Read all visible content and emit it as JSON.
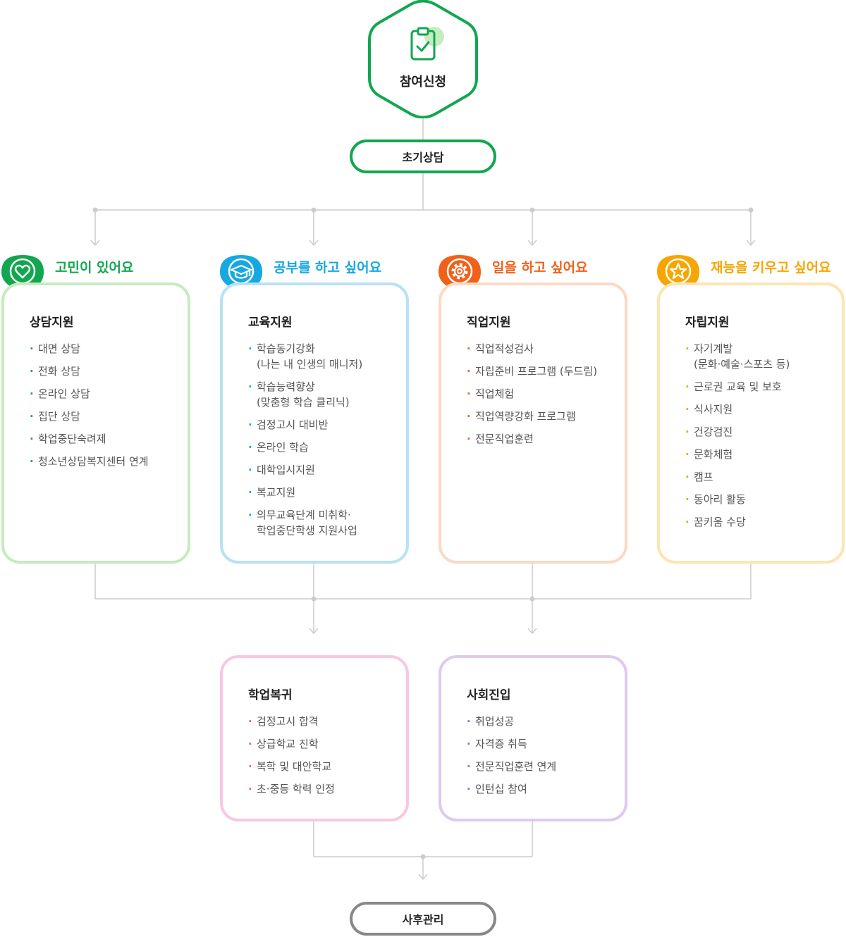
{
  "start": {
    "label": "참여신청",
    "icon": "clipboard-check-icon"
  },
  "initial": {
    "label": "초기상담"
  },
  "categories": [
    {
      "title": "고민이 있어요",
      "icon": "heart-icon",
      "color": "#12a650",
      "card": {
        "heading": "상담지원",
        "items": [
          [
            "대면 상담"
          ],
          [
            "전화 상담"
          ],
          [
            "온라인 상담"
          ],
          [
            "집단 상담"
          ],
          [
            "학업중단숙려제"
          ],
          [
            "청소년상담복지센터 연계"
          ]
        ]
      }
    },
    {
      "title": "공부를 하고 싶어요",
      "icon": "graduation-cap-icon",
      "color": "#16a8e0",
      "card": {
        "heading": "교육지원",
        "items": [
          [
            "학습동기강화",
            "(나는 내 인생의 매니저)"
          ],
          [
            "학습능력향상",
            "(맞춤형 학습 클리닉)"
          ],
          [
            "검정고시 대비반"
          ],
          [
            "온라인 학습"
          ],
          [
            "대학입시지원"
          ],
          [
            "복교지원"
          ],
          [
            "의무교육단계 미취학·",
            "학업중단학생 지원사업"
          ]
        ]
      }
    },
    {
      "title": "일을 하고 싶어요",
      "icon": "gear-icon",
      "color": "#f0611a",
      "card": {
        "heading": "직업지원",
        "items": [
          [
            "직업적성검사"
          ],
          [
            "자립준비 프로그램 (두드림)"
          ],
          [
            "직업체험"
          ],
          [
            "직업역량강화 프로그램"
          ],
          [
            "전문직업훈련"
          ]
        ]
      }
    },
    {
      "title": "재능을 키우고 싶어요",
      "icon": "star-icon",
      "color": "#f7a500",
      "card": {
        "heading": "자립지원",
        "items": [
          [
            "자기계발",
            "(문화·예술·스포츠 등)"
          ],
          [
            "근로권 교육 및 보호"
          ],
          [
            "식사지원"
          ],
          [
            "건강검진"
          ],
          [
            "문화체험"
          ],
          [
            "캠프"
          ],
          [
            "동아리 활동"
          ],
          [
            "꿈키움 수당"
          ]
        ]
      }
    }
  ],
  "outcomes": [
    {
      "heading": "학업복귀",
      "items": [
        [
          "검정고시 합격"
        ],
        [
          "상급학교 진학"
        ],
        [
          "복학 및 대안학교"
        ],
        [
          "초·중등 학력 인정"
        ]
      ]
    },
    {
      "heading": "사회진입",
      "items": [
        [
          "취업성공"
        ],
        [
          "자격증 취득"
        ],
        [
          "전문직업훈련 연계"
        ],
        [
          "인턴십 참여"
        ]
      ]
    }
  ],
  "final": {
    "label": "사후관리"
  }
}
